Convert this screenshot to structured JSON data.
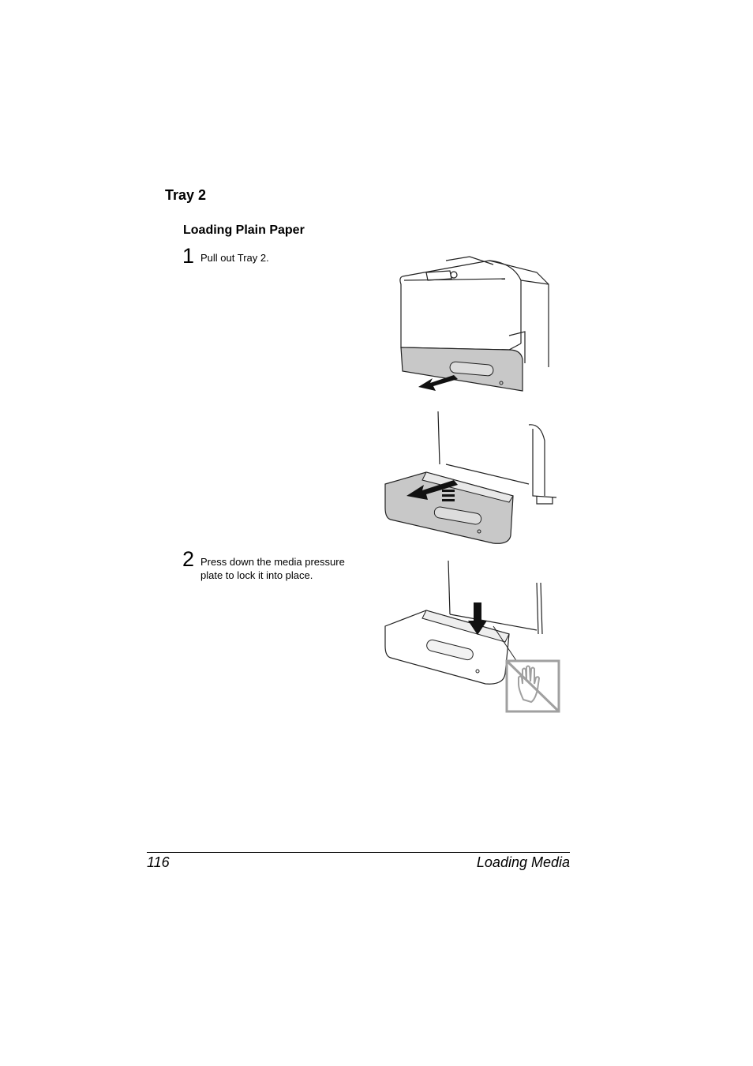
{
  "section": {
    "title": "Tray 2"
  },
  "subsection": {
    "title": "Loading Plain Paper"
  },
  "steps": [
    {
      "number": "1",
      "text": "Pull out Tray 2."
    },
    {
      "number": "2",
      "text_line1": "Press down the media pressure",
      "text_line2": "plate to lock it into place."
    }
  ],
  "footer": {
    "page_number": "116",
    "chapter": "Loading Media"
  },
  "colors": {
    "tray_gray": "#c8c8c8",
    "line": "#222222",
    "prohibit_gray": "#a0a0a0"
  }
}
